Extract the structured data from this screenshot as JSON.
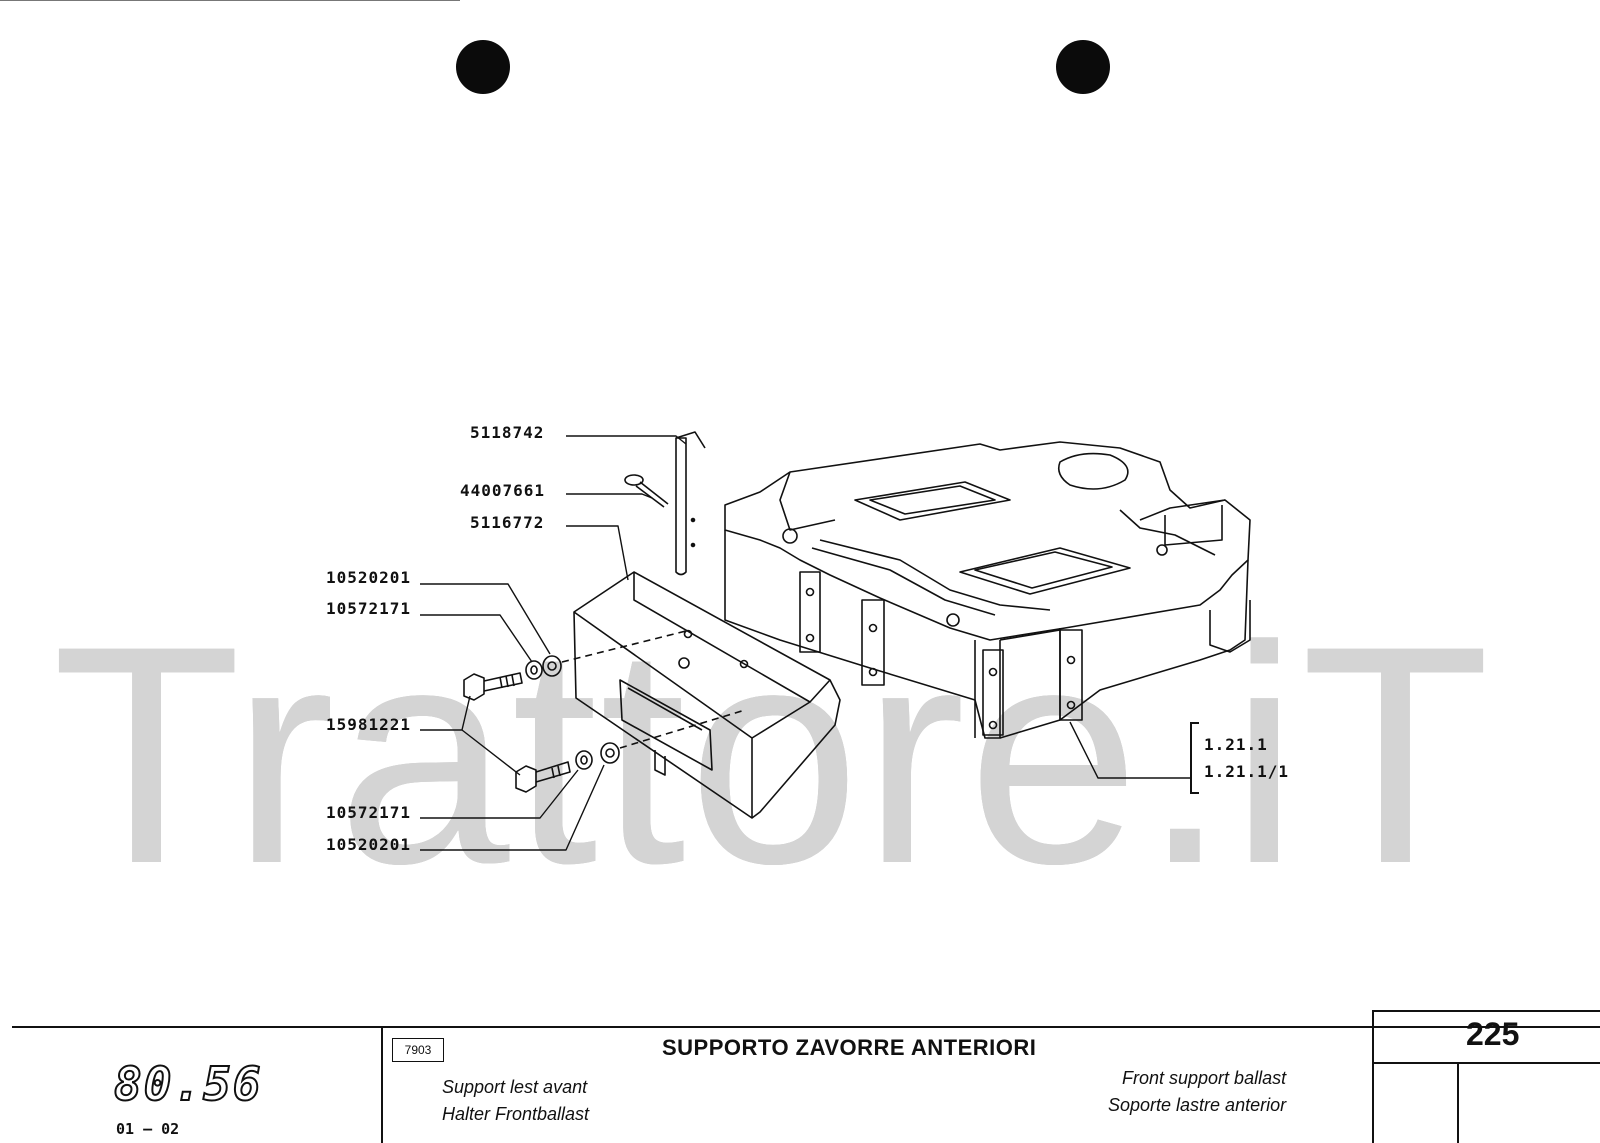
{
  "watermark": {
    "text": "Trattore.iT"
  },
  "callouts": [
    {
      "id": "pin",
      "text": "5118742"
    },
    {
      "id": "clip",
      "text": "44007661"
    },
    {
      "id": "bracket",
      "text": "5116772"
    },
    {
      "id": "washer-upper",
      "text": "10520201"
    },
    {
      "id": "lockwasher-upper",
      "text": "10572171"
    },
    {
      "id": "bolt",
      "text": "15981221"
    },
    {
      "id": "lockwasher-lower",
      "text": "10572171"
    },
    {
      "id": "washer-lower",
      "text": "10520201"
    }
  ],
  "references": [
    "1.21.1",
    "1.21.1/1"
  ],
  "title_block": {
    "model": "80.56",
    "model_sub": "01 – 02",
    "code": "7903",
    "title": "SUPPORTO ZAVORRE ANTERIORI",
    "subtitle_fr": "Support lest avant",
    "subtitle_de": "Halter Frontballast",
    "subtitle_en": "Front support ballast",
    "subtitle_es": "Soporte lastre anterior",
    "page_number": "225"
  }
}
